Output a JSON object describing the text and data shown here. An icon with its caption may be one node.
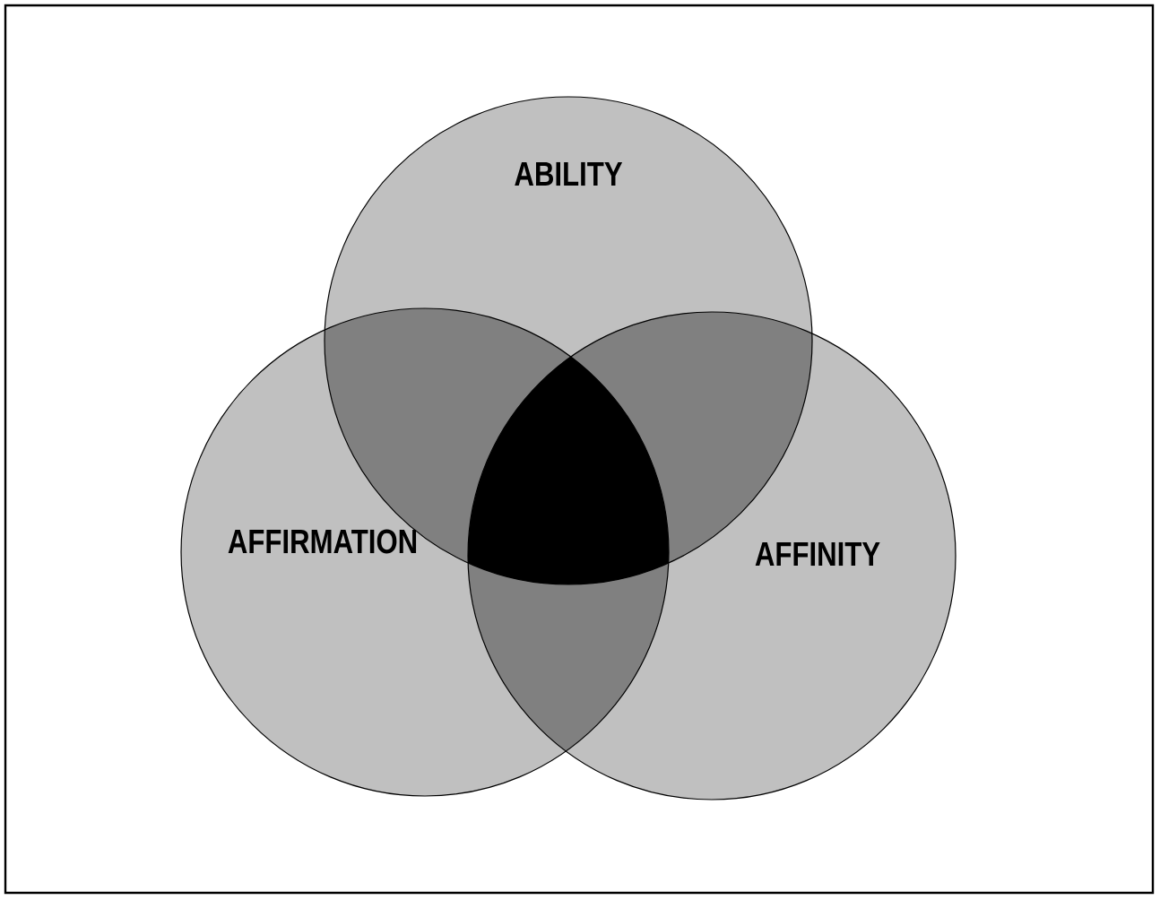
{
  "diagram": {
    "nodes": [
      {
        "text": [
          "ABILITY"
        ]
      },
      {
        "text": [
          "AFFIRMATION"
        ]
      },
      {
        "text": [
          "AFFINITY"
        ]
      }
    ]
  }
}
